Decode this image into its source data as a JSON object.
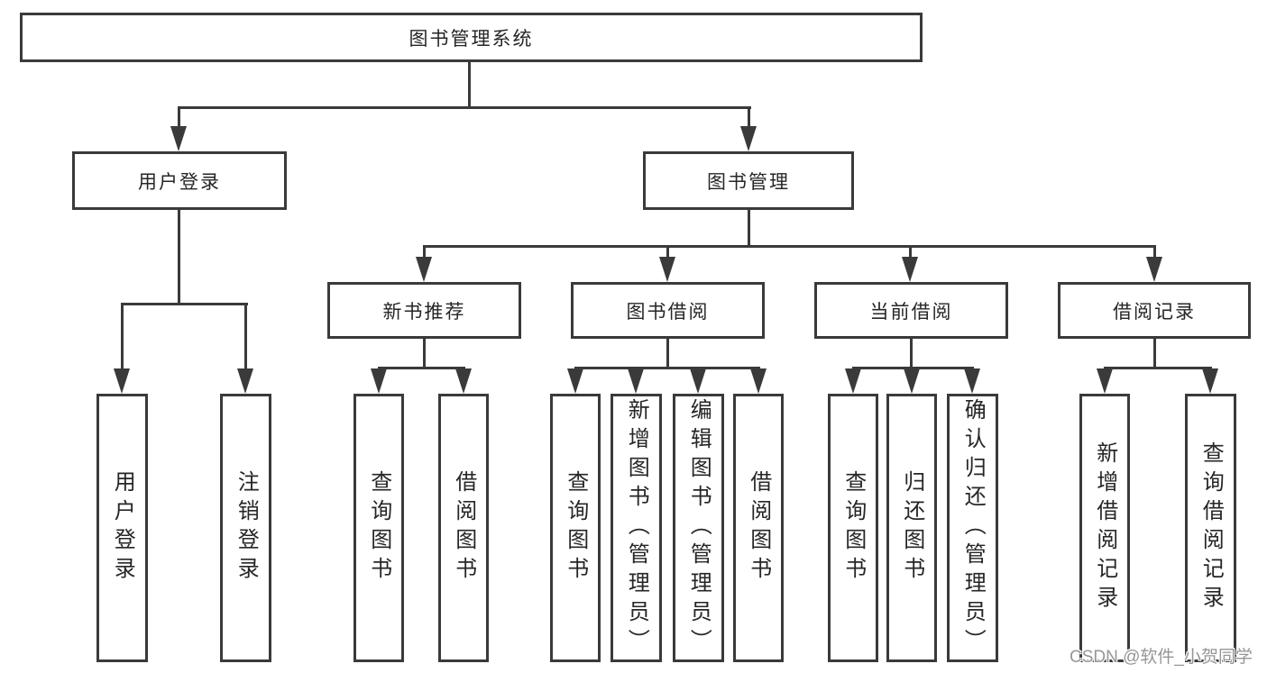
{
  "diagram_title": "图书管理系统",
  "nodes": {
    "root": "图书管理系统",
    "level2": {
      "user_login": "用户登录",
      "book_management": "图书管理"
    },
    "level3": {
      "new_book_recommendation": "新书推荐",
      "book_borrowing": "图书借阅",
      "current_borrowing": "当前借阅",
      "borrowing_records": "借阅记录"
    },
    "leaves": {
      "user_login": "用户登录",
      "logout": "注销登录",
      "nb_query_books": "查询图书",
      "nb_borrow_books": "借阅图书",
      "bb_query_books": "查询图书",
      "bb_add_books": "新增图书（管理员）",
      "bb_edit_books": "编辑图书（管理员）",
      "bb_borrow_books": "借阅图书",
      "cb_query_books": "查询图书",
      "cb_return_books": "归还图书",
      "cb_confirm_return": "确认归还（管理员）",
      "br_add_record": "新增借阅记录",
      "br_query_record": "查询借阅记录"
    }
  },
  "watermark": "CSDN @软件_小贺同学",
  "colors": {
    "line": "#3a3a3a",
    "text": "#262626",
    "background": "#ffffff",
    "watermark": "#969696"
  }
}
